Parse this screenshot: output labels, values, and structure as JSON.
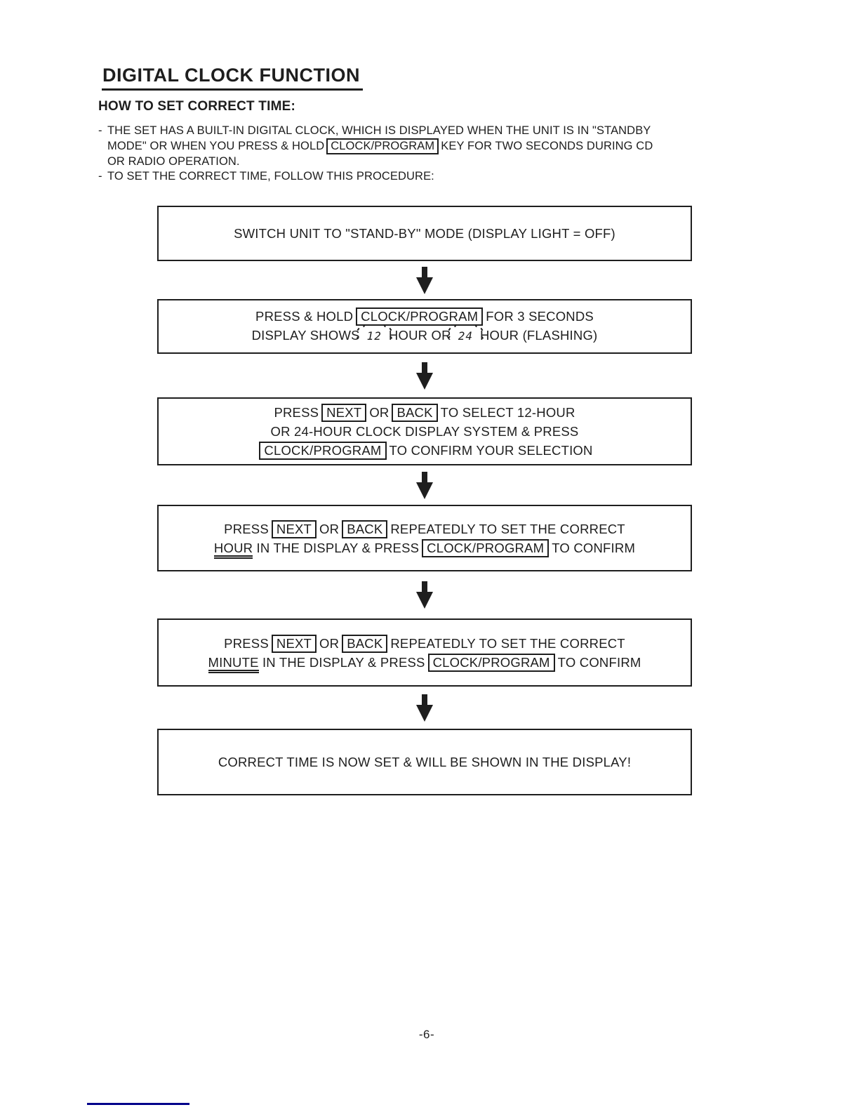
{
  "header": {
    "title": "DIGITAL CLOCK FUNCTION",
    "subtitle": "HOW TO SET CORRECT TIME:"
  },
  "intro": {
    "note1": {
      "bullet": "-",
      "line1": "THE SET HAS A BUILT-IN DIGITAL CLOCK, WHICH IS DISPLAYED WHEN THE UNIT IS IN \"STANDBY",
      "line2_pre": "MODE\" OR WHEN YOU PRESS & HOLD",
      "line2_key": "CLOCK/PROGRAM",
      "line2_post": "KEY FOR TWO SECONDS DURING CD",
      "line3": "OR RADIO OPERATION."
    },
    "note2": {
      "bullet": "-",
      "text": "TO SET THE CORRECT TIME, FOLLOW THIS PROCEDURE:"
    }
  },
  "flow": {
    "step1": {
      "text": "SWITCH UNIT TO \"STAND-BY\" MODE (DISPLAY LIGHT = OFF)"
    },
    "step2": {
      "l1_pre": "PRESS & HOLD",
      "l1_key": "CLOCK/PROGRAM",
      "l1_post": "FOR 3 SECONDS",
      "l2_pre": "DISPLAY SHOWS",
      "l2_digit12": "12",
      "l2_mid": "HOUR OR",
      "l2_digit24": "24",
      "l2_post": "HOUR (FLASHING)"
    },
    "step3": {
      "l1_pre": "PRESS",
      "l1_key_next": "NEXT",
      "l1_or": "OR",
      "l1_key_back": "BACK",
      "l1_post": "TO SELECT 12-HOUR",
      "l2": "OR 24-HOUR CLOCK DISPLAY SYSTEM & PRESS",
      "l3_key": "CLOCK/PROGRAM",
      "l3_post": "TO CONFIRM YOUR SELECTION"
    },
    "step4": {
      "l1_pre": "PRESS",
      "l1_key_next": "NEXT",
      "l1_or": "OR",
      "l1_key_back": "BACK",
      "l1_post": "REPEATEDLY TO SET THE CORRECT",
      "l2_target": "HOUR",
      "l2_mid": "IN THE DISPLAY & PRESS",
      "l2_key": "CLOCK/PROGRAM",
      "l2_post": "TO CONFIRM"
    },
    "step5": {
      "l1_pre": "PRESS",
      "l1_key_next": "NEXT",
      "l1_or": "OR",
      "l1_key_back": "BACK",
      "l1_post": "REPEATEDLY TO SET THE CORRECT",
      "l2_target": "MINUTE",
      "l2_mid": "IN THE DISPLAY & PRESS",
      "l2_key": "CLOCK/PROGRAM",
      "l2_post": "TO CONFIRM"
    },
    "step6": {
      "text": "CORRECT TIME IS NOW SET & WILL BE SHOWN IN THE DISPLAY!"
    }
  },
  "footer": {
    "page_number": "-6-"
  },
  "colors": {
    "text": "#1e1e1e",
    "box_border": "#1e1e1e",
    "footer_rule": "#00008b"
  }
}
